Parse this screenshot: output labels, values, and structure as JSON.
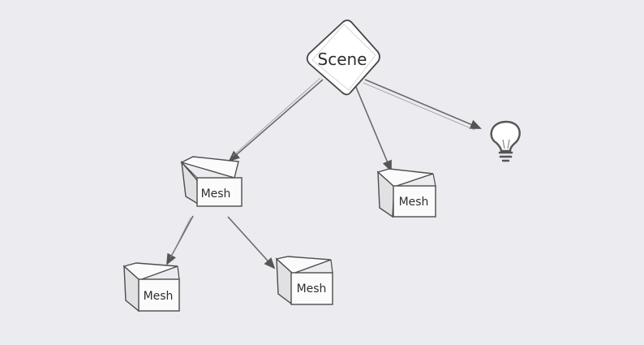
{
  "diagram": {
    "root": {
      "label": "Scene"
    },
    "meshes": [
      {
        "label": "Mesh"
      },
      {
        "label": "Mesh"
      },
      {
        "label": "Mesh"
      },
      {
        "label": "Mesh"
      }
    ],
    "light": {
      "icon": "lightbulb-icon"
    },
    "edges": [
      {
        "from": "Scene",
        "to": "Mesh (left)"
      },
      {
        "from": "Scene",
        "to": "Mesh (right)"
      },
      {
        "from": "Scene",
        "to": "light"
      },
      {
        "from": "Mesh (left)",
        "to": "Mesh (bottom-left)"
      },
      {
        "from": "Mesh (left)",
        "to": "Mesh (bottom-middle)"
      }
    ],
    "colors": {
      "background": "#ebebf0",
      "stroke": "#555555",
      "fill": "#f8f8f8",
      "shadow": "#cfcfd4"
    }
  }
}
